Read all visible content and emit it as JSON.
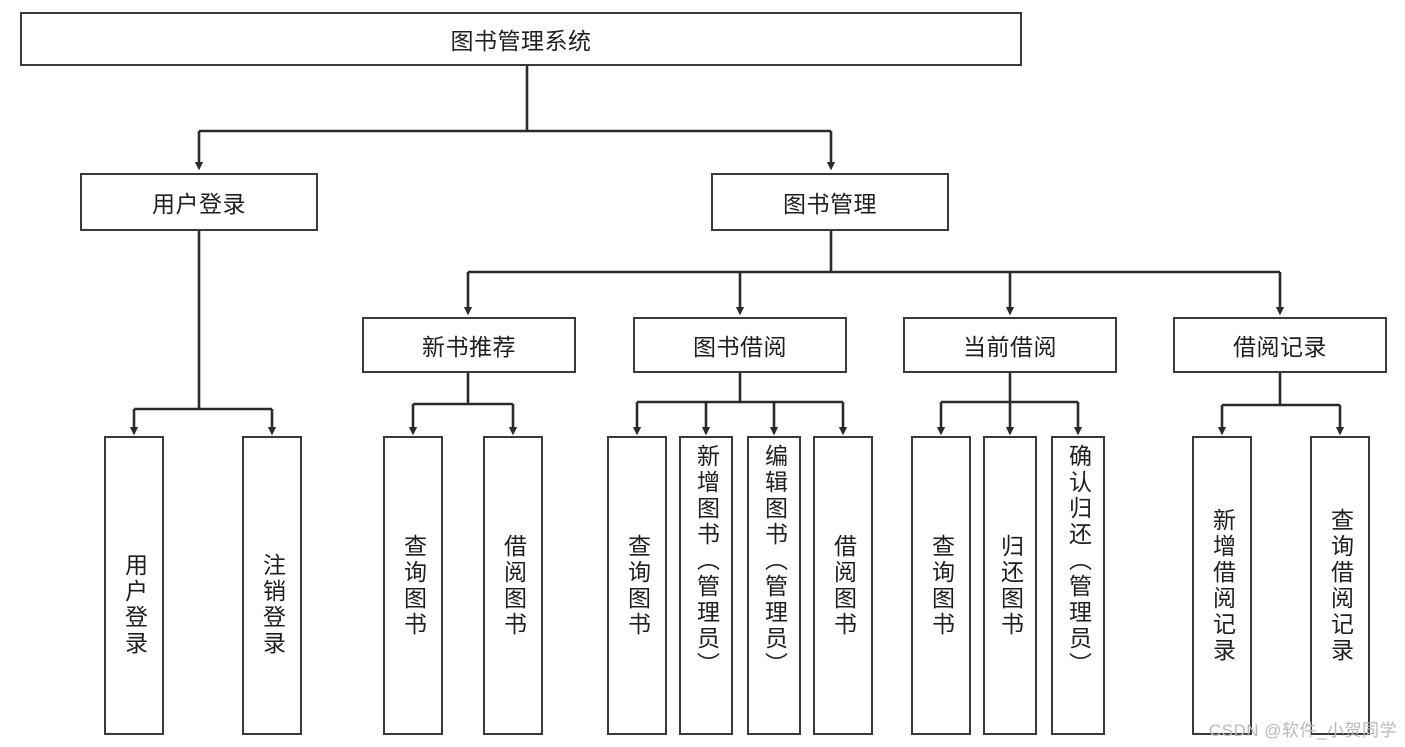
{
  "diagram": {
    "title": "图书管理系统",
    "type": "tree-hierarchy",
    "watermark": "CSDN @软件_小贺同学",
    "colors": {
      "box_border": "#3a3a3a",
      "box_fill": "#ffffff",
      "edge": "#2b2b2b",
      "text": "#1f1f1f",
      "watermark": "#b9b9b9"
    },
    "root": {
      "label": "图书管理系统"
    },
    "level2": [
      {
        "id": "user-login",
        "label": "用户登录"
      },
      {
        "id": "book-manage",
        "label": "图书管理"
      }
    ],
    "level3": [
      {
        "id": "new-book-rec",
        "label": "新书推荐"
      },
      {
        "id": "book-borrow",
        "label": "图书借阅"
      },
      {
        "id": "current-borrow",
        "label": "当前借阅"
      },
      {
        "id": "borrow-record",
        "label": "借阅记录"
      }
    ],
    "leaves": {
      "user_login": [
        {
          "id": "leaf-user-login",
          "label": "用户登录"
        },
        {
          "id": "leaf-logout",
          "label": "注销登录"
        }
      ],
      "new_book_rec": [
        {
          "id": "leaf-query-book-1",
          "label": "查询图书"
        },
        {
          "id": "leaf-borrow-book-1",
          "label": "借阅图书"
        }
      ],
      "book_borrow": [
        {
          "id": "leaf-query-book-2",
          "label": "查询图书"
        },
        {
          "id": "leaf-add-book",
          "label": "新增图书（管理员）"
        },
        {
          "id": "leaf-edit-book",
          "label": "编辑图书（管理员）"
        },
        {
          "id": "leaf-borrow-book-2",
          "label": "借阅图书"
        }
      ],
      "current_borrow": [
        {
          "id": "leaf-query-book-3",
          "label": "查询图书"
        },
        {
          "id": "leaf-return-book",
          "label": "归还图书"
        },
        {
          "id": "leaf-confirm-return",
          "label": "确认归还（管理员）"
        }
      ],
      "borrow_record": [
        {
          "id": "leaf-add-record",
          "label": "新增借阅记录"
        },
        {
          "id": "leaf-query-record",
          "label": "查询借阅记录"
        }
      ]
    }
  }
}
